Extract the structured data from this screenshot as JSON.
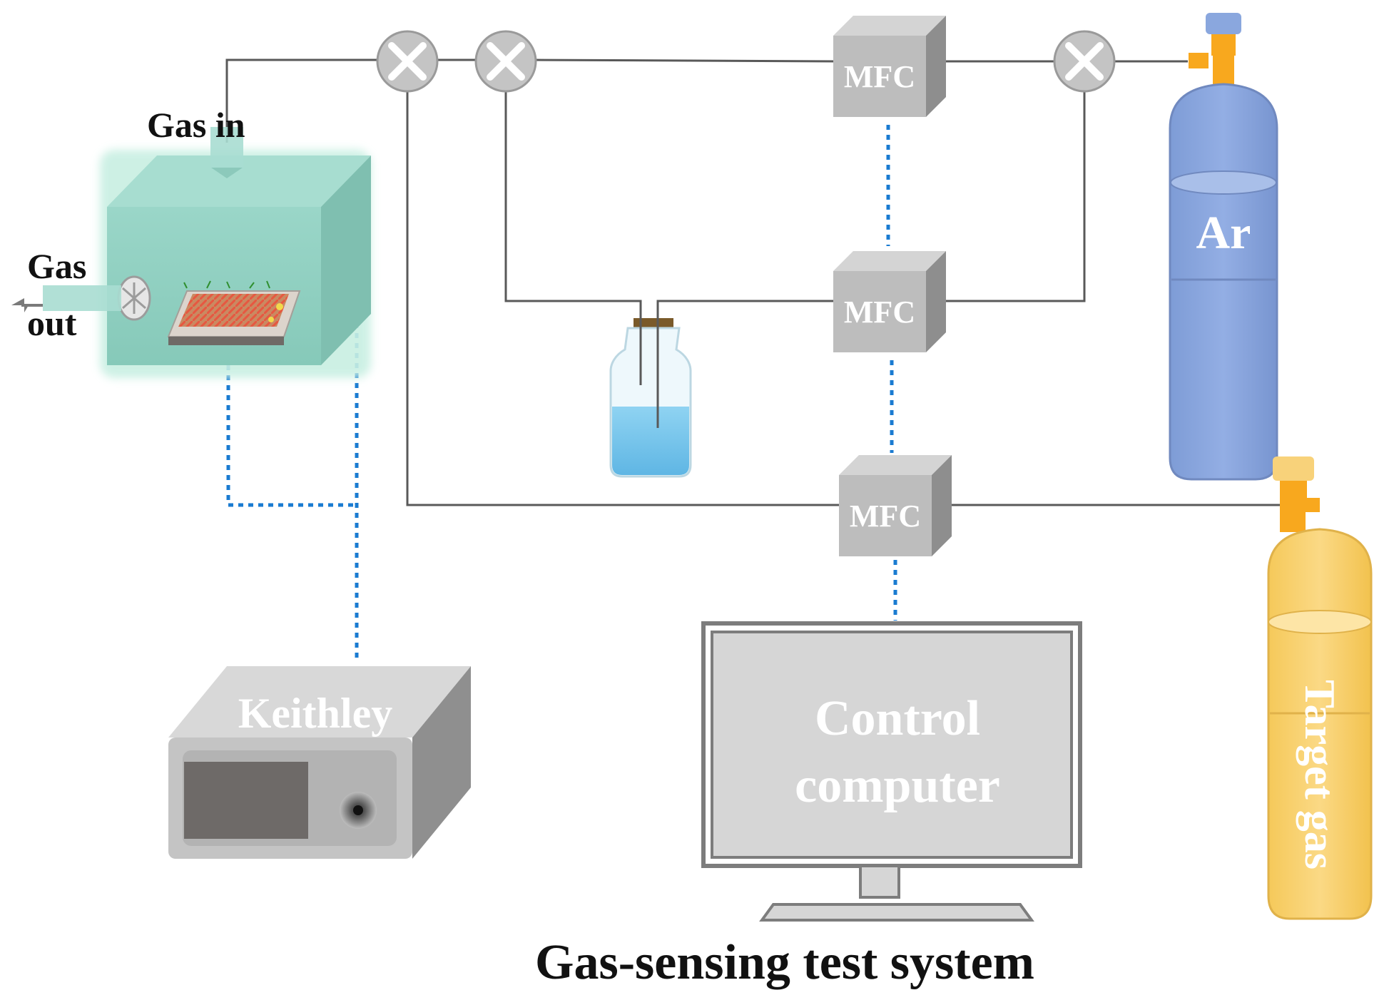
{
  "labels": {
    "gas_in": "Gas in",
    "gas_out_line1": "Gas",
    "gas_out_line2": "out",
    "mfc_top": "MFC",
    "mfc_middle": "MFC",
    "mfc_bottom": "MFC",
    "argon": "Ar",
    "target_gas": "Target gas",
    "keithley": "Keithley",
    "computer_line1": "Control",
    "computer_line2": "computer",
    "caption": "Gas-sensing test system"
  },
  "colors": {
    "pipe": "#595959",
    "signal_line": "#1a7bd1",
    "chamber": "#8fcfc0",
    "argon_cylinder": "#8aa7de",
    "target_cylinder": "#f8d27a",
    "valve": "#bdbdbd",
    "mfc": "#bfbfbf",
    "liquid": "#7fc8ec"
  },
  "icons": {
    "valve": "valve-cross-icon",
    "fan": "fan-icon",
    "sensor": "sensor-chip-icon"
  }
}
